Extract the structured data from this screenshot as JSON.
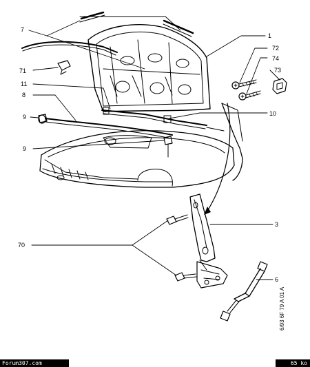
{
  "callouts": {
    "c1": "1",
    "c3": "3",
    "c6": "6",
    "c7": "7",
    "c8": "8",
    "c9a": "9",
    "c9b": "9",
    "c10": "10",
    "c11": "11",
    "c70": "70",
    "c71": "71",
    "c72": "72",
    "c73": "73",
    "c74": "74"
  },
  "side_code": "6/93  6F  79 A 01 A",
  "footer": {
    "site": "Forum307.com",
    "size": "65 ko"
  }
}
